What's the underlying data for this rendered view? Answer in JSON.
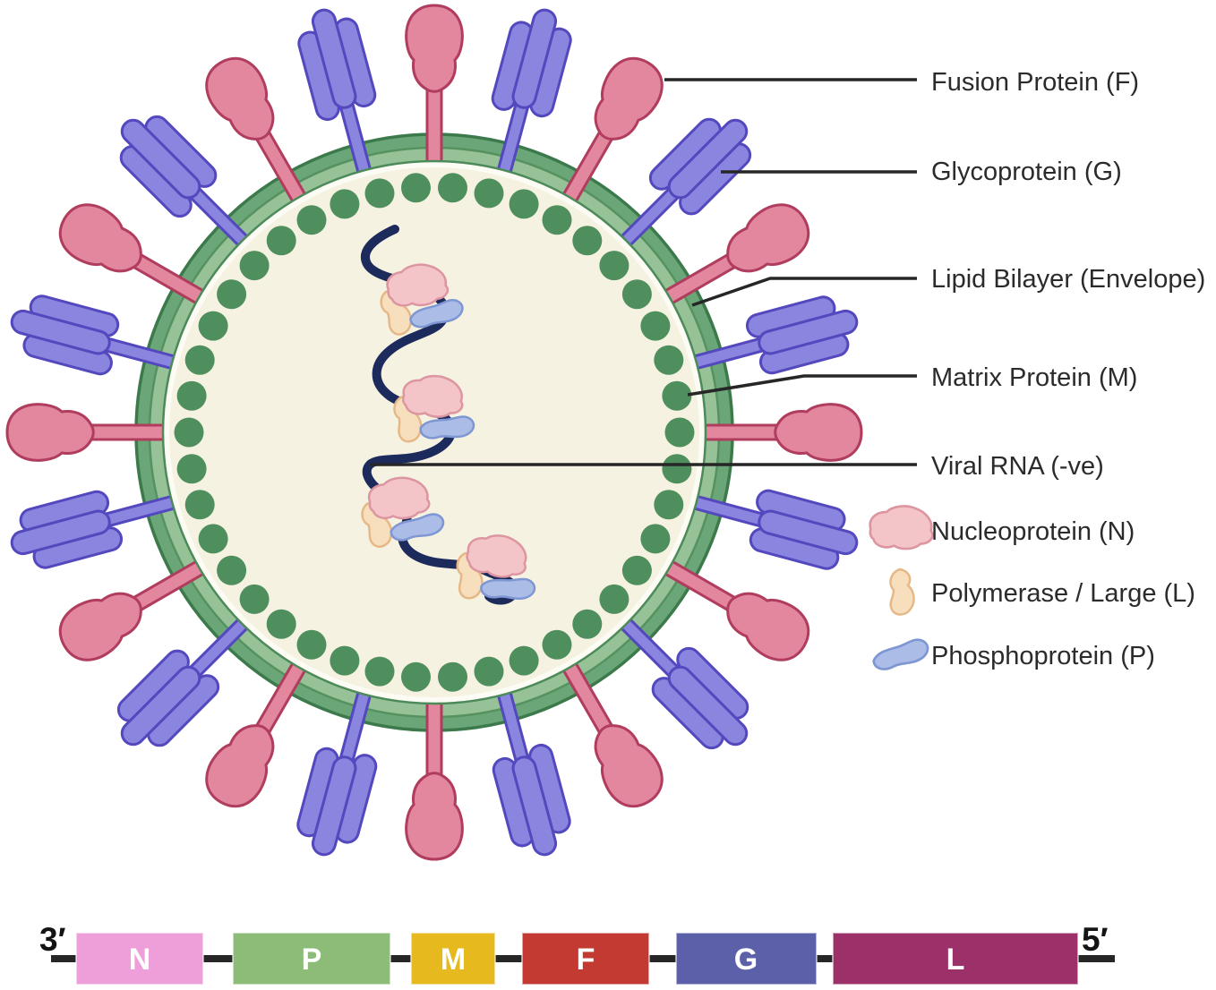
{
  "diagram": {
    "callouts": [
      {
        "label": "Fusion Protein (F)"
      },
      {
        "label": "Glycoprotein (G)"
      },
      {
        "label": "Lipid Bilayer (Envelope)"
      },
      {
        "label": "Matrix Protein (M)"
      },
      {
        "label": "Viral RNA (-ve)"
      }
    ],
    "legend": [
      {
        "label": "Nucleoprotein (N)",
        "icon": "nucleoprotein-blob"
      },
      {
        "label": "Polymerase / Large (L)",
        "icon": "polymerase-blob"
      },
      {
        "label": "Phosphoprotein (P)",
        "icon": "phosphoprotein-blob"
      }
    ]
  },
  "genome": {
    "end3": "3′",
    "end5": "5′",
    "genes": [
      {
        "label": "N",
        "color": "#ee9fd9"
      },
      {
        "label": "P",
        "color": "#8cbc78"
      },
      {
        "label": "M",
        "color": "#e6b91f"
      },
      {
        "label": "F",
        "color": "#c23a31"
      },
      {
        "label": "G",
        "color": "#5c60a8"
      },
      {
        "label": "L",
        "color": "#9b3168"
      }
    ]
  },
  "structure": {
    "spikeCount": 24,
    "matrixDotCount": 42
  },
  "colors": {
    "envStroke": "#3c7a4c",
    "envBand": "#6ba678",
    "envBandLight": "#97c297",
    "envSeam": "#55925f",
    "envInnerLine": "#4c8a5a",
    "envWhite": "#fcfcf4",
    "interior": "#f5f2e1",
    "matrixDot": "#4f8f5d",
    "fusionFill": "#e2879d",
    "fusionStroke": "#b03c5e",
    "glycoFill": "#8a85de",
    "glycoStroke": "#5348bd",
    "rna": "#1d2a5c",
    "nucFill": "#f3c5c9",
    "nucStroke": "#dd96a1",
    "polFill": "#f7dfbd",
    "polStroke": "#e6b887",
    "phosFill": "#abbce7",
    "phosStroke": "#7e97d3",
    "line": "#262626",
    "text": "#2b2b2b"
  }
}
